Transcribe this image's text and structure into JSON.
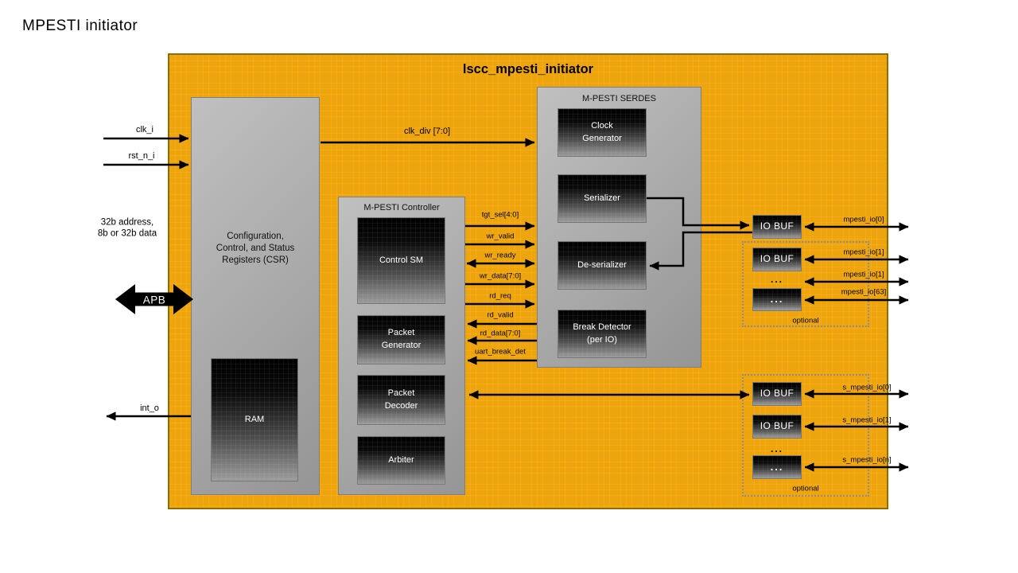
{
  "page": {
    "title": "MPESTI initiator"
  },
  "diagram": {
    "title": "lscc_mpesti_initiator",
    "csr": {
      "label": "Configuration,\nControl, and Status\nRegisters (CSR)",
      "ram": "RAM"
    },
    "controller": {
      "title": "M-PESTI Controller",
      "blocks": [
        "Control SM",
        "Packet\nGenerator",
        "Packet\nDecoder",
        "Arbiter"
      ]
    },
    "serdes": {
      "title": "M-PESTI SERDES",
      "blocks": [
        "Clock\nGenerator",
        "Serializer",
        "De-serializer",
        "Break Detector\n(per IO)"
      ]
    },
    "iobuf_label": "IO BUF",
    "ellipsis": "...",
    "optional_label": "optional",
    "io_top": {
      "ports": [
        "mpesti_io[0]",
        "mpesti_io[1]",
        "mpesti_io[1]",
        "mpesti_io[63]"
      ]
    },
    "io_bottom": {
      "ports": [
        "s_mpesti_io[0]",
        "s_mpesti_io[1]",
        "s_mpesti_io[n]"
      ]
    }
  },
  "signals": {
    "clk_i": "clk_i",
    "rst_n_i": "rst_n_i",
    "apb": "APB",
    "apb_note": "32b address,\n8b or 32b data",
    "int_o": "int_o",
    "clk_div": "clk_div [7:0]",
    "ctrl_serdes": [
      {
        "label": "tgt_sel[4:0]",
        "dir": "right"
      },
      {
        "label": "wr_valid",
        "dir": "right"
      },
      {
        "label": "wr_ready",
        "dir": "both"
      },
      {
        "label": "wr_data[7:0]",
        "dir": "right"
      },
      {
        "label": "rd_req",
        "dir": "right"
      },
      {
        "label": "rd_valid",
        "dir": "left"
      },
      {
        "label": "rd_data[7:0]",
        "dir": "left"
      },
      {
        "label": "uart_break_det",
        "dir": "left"
      }
    ]
  },
  "colors": {
    "background": "#ffffff",
    "orange_fill": "#efa50a",
    "orange_border": "#8c6d00",
    "gray_block": "#adadad",
    "dark_block_top": "#000000",
    "dark_block_bottom": "#9c9c9c",
    "wire": "#000000",
    "text": "#000000",
    "text_on_dark": "#ffffff",
    "dotted_border": "#8d8d8d"
  }
}
